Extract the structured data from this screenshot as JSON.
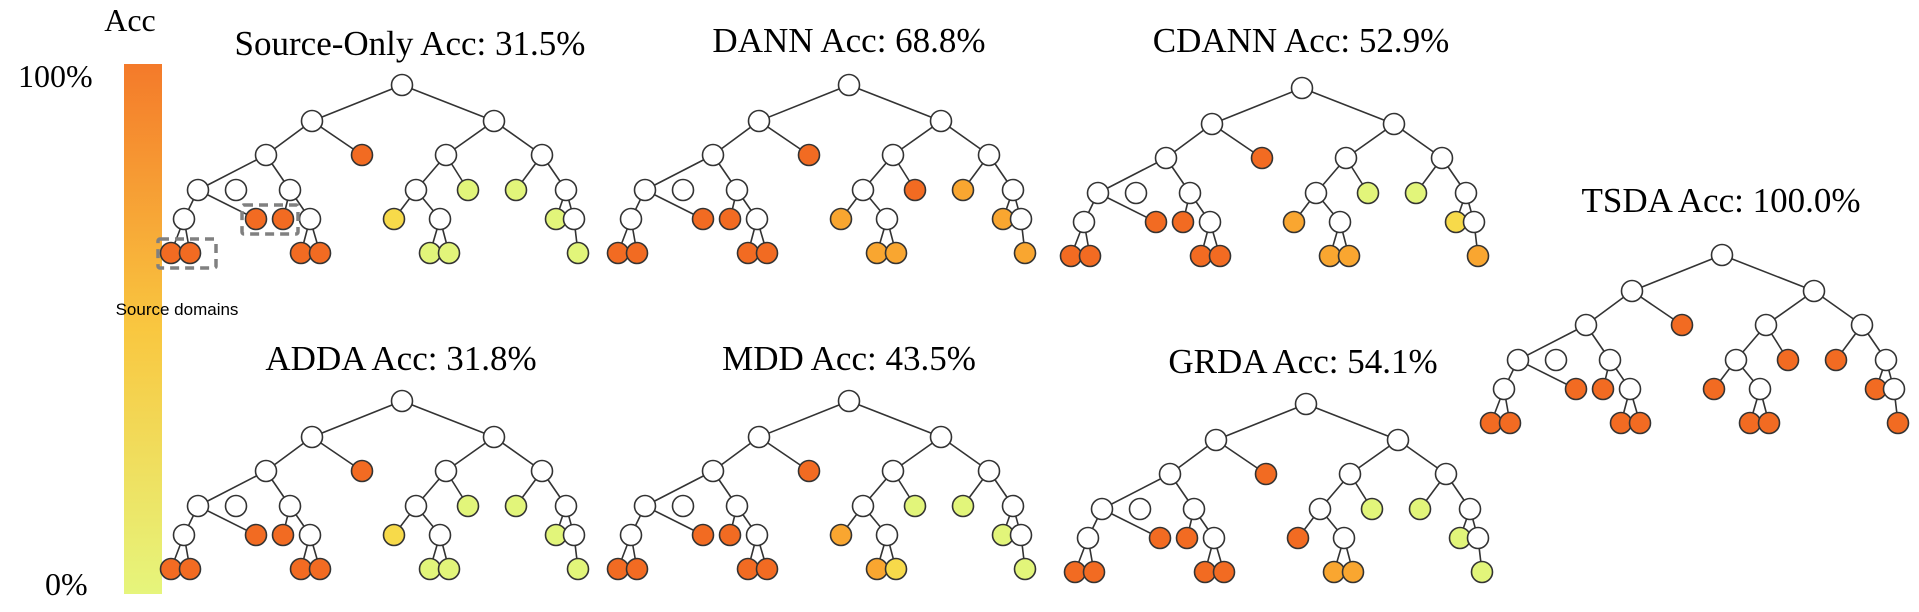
{
  "scale": {
    "title": "Acc",
    "max_label": "100%",
    "min_label": "0%",
    "top_color": "#F47A2A",
    "mid_color": "#F9C740",
    "bottom_color": "#E6F57C"
  },
  "colors": {
    "white": "#FFFFFF",
    "orange": "#F26B22",
    "amber": "#F9A630",
    "yellow": "#F7DA4A",
    "lime": "#E2F57A"
  },
  "source_label": "Source domains",
  "panels": [
    {
      "title": "Source-Only Acc: 31.5%",
      "nodes": {
        "N2": "orange",
        "N8": "lime",
        "N9": "lime",
        "N10": "orange",
        "N11": "orange",
        "N12": "yellow",
        "N13": "lime",
        "N14": "orange",
        "N15": "orange",
        "N16": "orange",
        "N17": "orange",
        "N18": "lime",
        "N19": "lime",
        "N20": "lime"
      }
    },
    {
      "title": "DANN Acc: 68.8%",
      "nodes": {
        "N2": "orange",
        "N8": "orange",
        "N9": "amber",
        "N10": "orange",
        "N11": "orange",
        "N12": "amber",
        "N13": "amber",
        "N14": "orange",
        "N15": "orange",
        "N16": "orange",
        "N17": "orange",
        "N18": "amber",
        "N19": "amber",
        "N20": "amber"
      }
    },
    {
      "title": "CDANN Acc: 52.9%",
      "nodes": {
        "N2": "orange",
        "N8": "lime",
        "N9": "lime",
        "N10": "orange",
        "N11": "orange",
        "N12": "amber",
        "N13": "yellow",
        "N14": "orange",
        "N15": "orange",
        "N16": "orange",
        "N17": "orange",
        "N18": "amber",
        "N19": "amber",
        "N20": "amber"
      }
    },
    {
      "title": "ADDA Acc: 31.8%",
      "nodes": {
        "N2": "orange",
        "N8": "lime",
        "N9": "lime",
        "N10": "orange",
        "N11": "orange",
        "N12": "yellow",
        "N13": "lime",
        "N14": "orange",
        "N15": "orange",
        "N16": "orange",
        "N17": "orange",
        "N18": "lime",
        "N19": "lime",
        "N20": "lime"
      }
    },
    {
      "title": "MDD Acc: 43.5%",
      "nodes": {
        "N2": "orange",
        "N8": "lime",
        "N9": "lime",
        "N10": "orange",
        "N11": "orange",
        "N12": "amber",
        "N13": "lime",
        "N14": "orange",
        "N15": "orange",
        "N16": "orange",
        "N17": "orange",
        "N18": "amber",
        "N19": "yellow",
        "N20": "lime"
      }
    },
    {
      "title": "GRDA Acc: 54.1%",
      "nodes": {
        "N2": "orange",
        "N8": "lime",
        "N9": "lime",
        "N10": "orange",
        "N11": "orange",
        "N12": "orange",
        "N13": "lime",
        "N14": "orange",
        "N15": "orange",
        "N16": "orange",
        "N17": "orange",
        "N18": "amber",
        "N19": "amber",
        "N20": "lime"
      }
    },
    {
      "title": "TSDA Acc: 100.0%",
      "nodes": {
        "N2": "orange",
        "N8": "orange",
        "N9": "orange",
        "N10": "orange",
        "N11": "orange",
        "N12": "orange",
        "N13": "orange",
        "N14": "orange",
        "N15": "orange",
        "N16": "orange",
        "N17": "orange",
        "N18": "orange",
        "N19": "orange",
        "N20": "orange"
      }
    }
  ]
}
